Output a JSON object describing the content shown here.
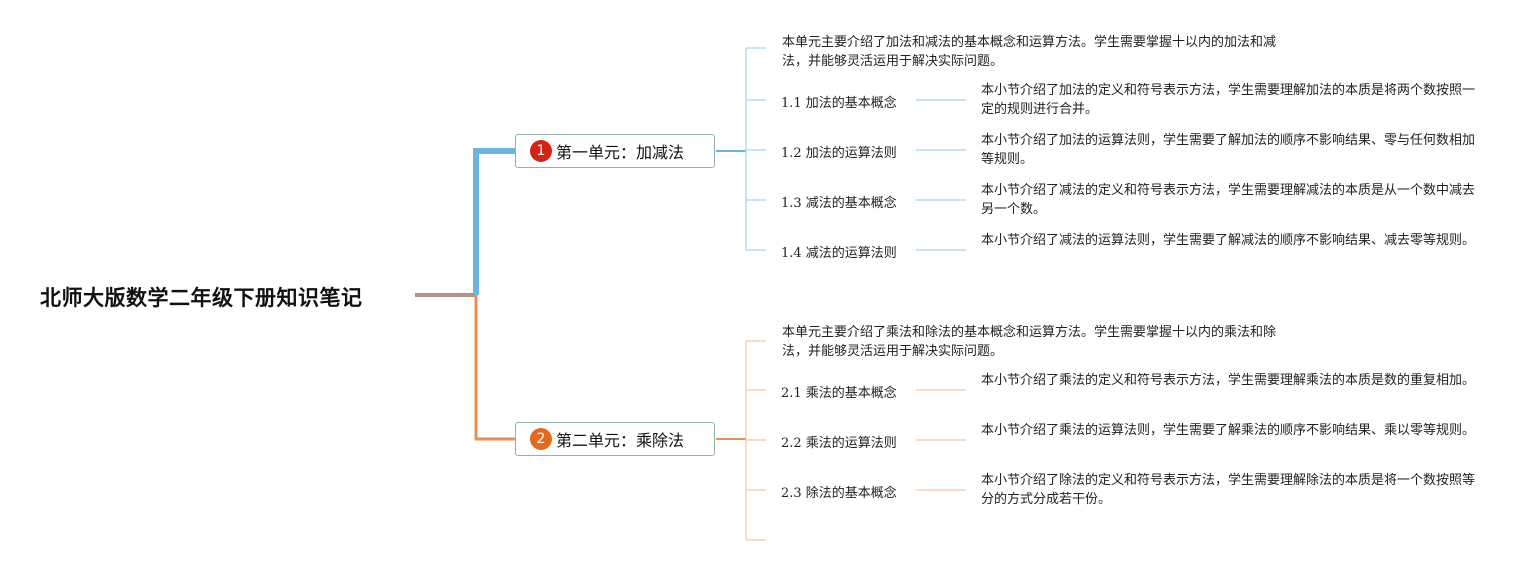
{
  "root": {
    "title": "北师大版数学二年级下册知识笔记"
  },
  "units": [
    {
      "number": "1",
      "title": "第一单元：加减法",
      "badge_color": "#d42417",
      "branch_color": "#6ab4de",
      "summary": "本单元主要介绍了加法和减法的基本概念和运算方法。学生需要掌握十以内的加法和减法，并能够灵活运用于解决实际问题。",
      "sections": [
        {
          "label": "1.1 加法的基本概念",
          "detail": "本小节介绍了加法的定义和符号表示方法，学生需要理解加法的本质是将两个数按照一定的规则进行合并。"
        },
        {
          "label": "1.2 加法的运算法则",
          "detail": "本小节介绍了加法的运算法则，学生需要了解加法的顺序不影响结果、零与任何数相加等规则。"
        },
        {
          "label": "1.3 减法的基本概念",
          "detail": "本小节介绍了减法的定义和符号表示方法，学生需要理解减法的本质是从一个数中减去另一个数。"
        },
        {
          "label": "1.4 减法的运算法则",
          "detail": "本小节介绍了减法的运算法则，学生需要了解减法的顺序不影响结果、减去零等规则。"
        }
      ]
    },
    {
      "number": "2",
      "title": "第二单元：乘除法",
      "badge_color": "#e26a1f",
      "branch_color": "#ef8a5a",
      "summary": "本单元主要介绍了乘法和除法的基本概念和运算方法。学生需要掌握十以内的乘法和除法，并能够灵活运用于解决实际问题。",
      "sections": [
        {
          "label": "2.1 乘法的基本概念",
          "detail": "本小节介绍了乘法的定义和符号表示方法，学生需要理解乘法的本质是数的重复相加。"
        },
        {
          "label": "2.2 乘法的运算法则",
          "detail": "本小节介绍了乘法的运算法则，学生需要了解乘法的顺序不影响结果、乘以零等规则。"
        },
        {
          "label": "2.3 除法的基本概念",
          "detail": "本小节介绍了除法的定义和符号表示方法，学生需要理解除法的本质是将一个数按照等分的方式分成若干份。"
        }
      ]
    }
  ]
}
